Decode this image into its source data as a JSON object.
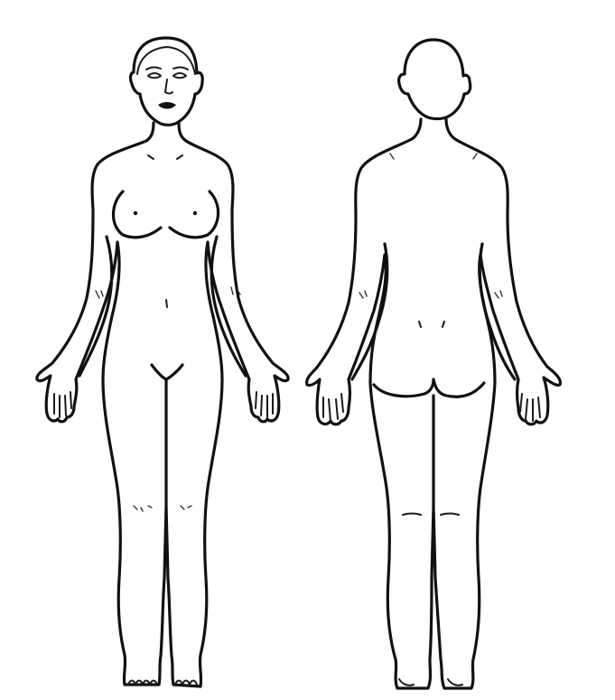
{
  "figure": {
    "views": [
      {
        "key": "front",
        "icon": "female-body-front-outline"
      },
      {
        "key": "back",
        "icon": "female-body-back-outline"
      }
    ],
    "colors": {
      "line": "#111111",
      "background": "#ffffff"
    }
  }
}
